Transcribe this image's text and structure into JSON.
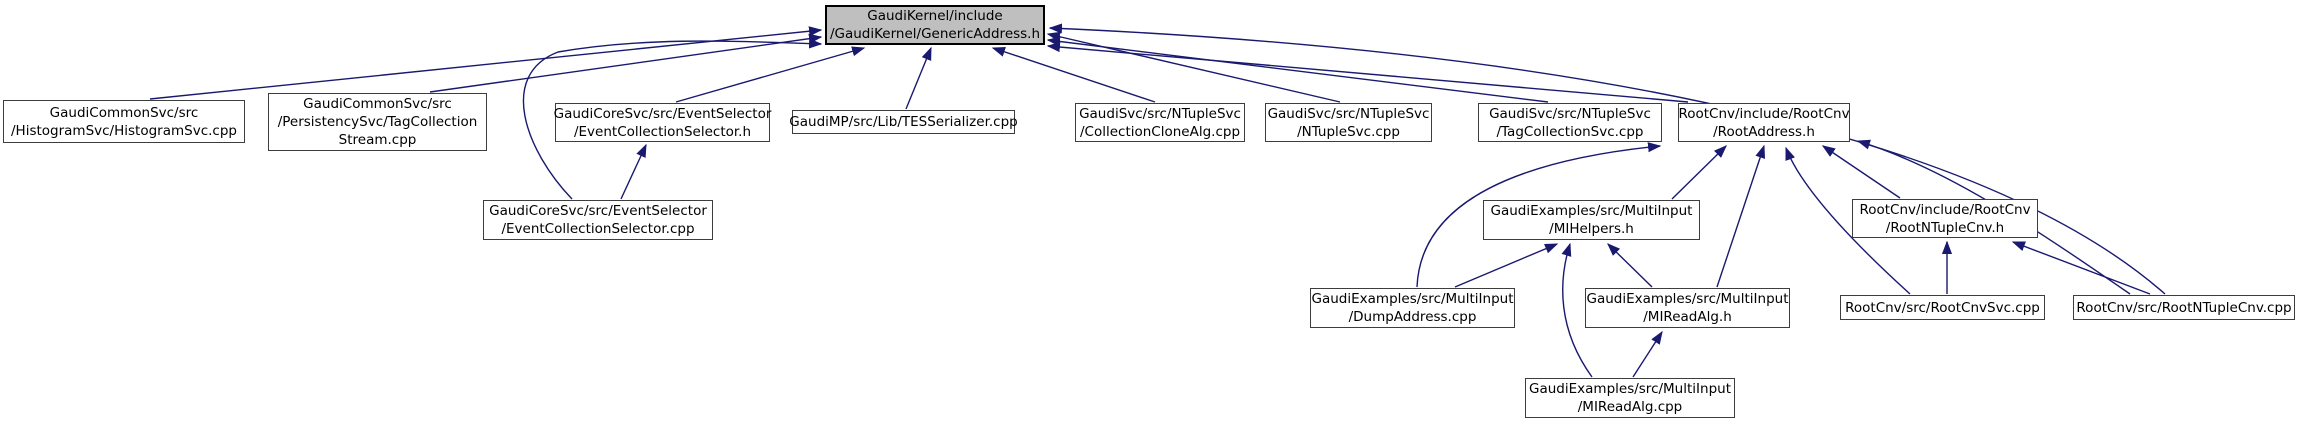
{
  "graph": {
    "kind": "include-dependency-graph",
    "colors": {
      "edge": "#191970",
      "node_fill": "#ffffff",
      "node_border": "#3d3d3d",
      "highlight_fill": "#bfbfbf"
    },
    "nodes": [
      {
        "id": "histogramsvc-cpp",
        "label": "GaudiCommonSvc/src\n/HistogramSvc/HistogramSvc.cpp",
        "highlighted": false
      },
      {
        "id": "tagcollectionstream-cpp",
        "label": "GaudiCommonSvc/src\n/PersistencySvc/TagCollection\nStream.cpp",
        "highlighted": false
      },
      {
        "id": "eventcollectionselector-h",
        "label": "GaudiCoreSvc/src/EventSelector\n/EventCollectionSelector.h",
        "highlighted": false
      },
      {
        "id": "tesserializer-cpp",
        "label": "GaudiMP/src/Lib/TESSerializer.cpp",
        "highlighted": false
      },
      {
        "id": "collectionclonealg-cpp",
        "label": "GaudiSvc/src/NTupleSvc\n/CollectionCloneAlg.cpp",
        "highlighted": false
      },
      {
        "id": "ntuplesvc-cpp",
        "label": "GaudiSvc/src/NTupleSvc\n/NTupleSvc.cpp",
        "highlighted": false
      },
      {
        "id": "tagcollectionsvc-cpp",
        "label": "GaudiSvc/src/NTupleSvc\n/TagCollectionSvc.cpp",
        "highlighted": false
      },
      {
        "id": "rootaddress-h",
        "label": "RootCnv/include/RootCnv\n/RootAddress.h",
        "highlighted": false
      },
      {
        "id": "genericaddress-h",
        "label": "GaudiKernel/include\n/GaudiKernel/GenericAddress.h",
        "highlighted": true
      },
      {
        "id": "eventcollectionselector-cpp",
        "label": "GaudiCoreSvc/src/EventSelector\n/EventCollectionSelector.cpp",
        "highlighted": false
      },
      {
        "id": "mihelpers-h",
        "label": "GaudiExamples/src/MultiInput\n/MIHelpers.h",
        "highlighted": false
      },
      {
        "id": "rootntuplecnv-h",
        "label": "RootCnv/include/RootCnv\n/RootNTupleCnv.h",
        "highlighted": false
      },
      {
        "id": "dumpaddress-cpp",
        "label": "GaudiExamples/src/MultiInput\n/DumpAddress.cpp",
        "highlighted": false
      },
      {
        "id": "mireadalg-h",
        "label": "GaudiExamples/src/MultiInput\n/MIReadAlg.h",
        "highlighted": false
      },
      {
        "id": "rootcnvsvc-cpp",
        "label": "RootCnv/src/RootCnvSvc.cpp",
        "highlighted": false
      },
      {
        "id": "rootntuplecnv-cpp",
        "label": "RootCnv/src/RootNTupleCnv.cpp",
        "highlighted": false
      },
      {
        "id": "mireadalg-cpp",
        "label": "GaudiExamples/src/MultiInput\n/MIReadAlg.cpp",
        "highlighted": false
      }
    ],
    "edges": [
      {
        "from": "histogramsvc-cpp",
        "to": "genericaddress-h"
      },
      {
        "from": "tagcollectionstream-cpp",
        "to": "genericaddress-h"
      },
      {
        "from": "eventcollectionselector-h",
        "to": "genericaddress-h"
      },
      {
        "from": "eventcollectionselector-cpp",
        "to": "genericaddress-h"
      },
      {
        "from": "eventcollectionselector-cpp",
        "to": "eventcollectionselector-h"
      },
      {
        "from": "tesserializer-cpp",
        "to": "genericaddress-h"
      },
      {
        "from": "collectionclonealg-cpp",
        "to": "genericaddress-h"
      },
      {
        "from": "ntuplesvc-cpp",
        "to": "genericaddress-h"
      },
      {
        "from": "tagcollectionsvc-cpp",
        "to": "genericaddress-h"
      },
      {
        "from": "rootaddress-h",
        "to": "genericaddress-h"
      },
      {
        "from": "rootntuplecnv-cpp",
        "to": "genericaddress-h"
      },
      {
        "from": "dumpaddress-cpp",
        "to": "mihelpers-h"
      },
      {
        "from": "dumpaddress-cpp",
        "to": "rootaddress-h"
      },
      {
        "from": "mihelpers-h",
        "to": "rootaddress-h"
      },
      {
        "from": "mireadalg-h",
        "to": "mihelpers-h"
      },
      {
        "from": "mireadalg-h",
        "to": "rootaddress-h"
      },
      {
        "from": "mireadalg-cpp",
        "to": "mihelpers-h"
      },
      {
        "from": "mireadalg-cpp",
        "to": "mireadalg-h"
      },
      {
        "from": "rootcnvsvc-cpp",
        "to": "rootaddress-h"
      },
      {
        "from": "rootcnvsvc-cpp",
        "to": "rootntuplecnv-h"
      },
      {
        "from": "rootntuplecnv-h",
        "to": "rootaddress-h"
      },
      {
        "from": "rootntuplecnv-cpp",
        "to": "rootaddress-h"
      },
      {
        "from": "rootntuplecnv-cpp",
        "to": "rootntuplecnv-h"
      }
    ]
  }
}
